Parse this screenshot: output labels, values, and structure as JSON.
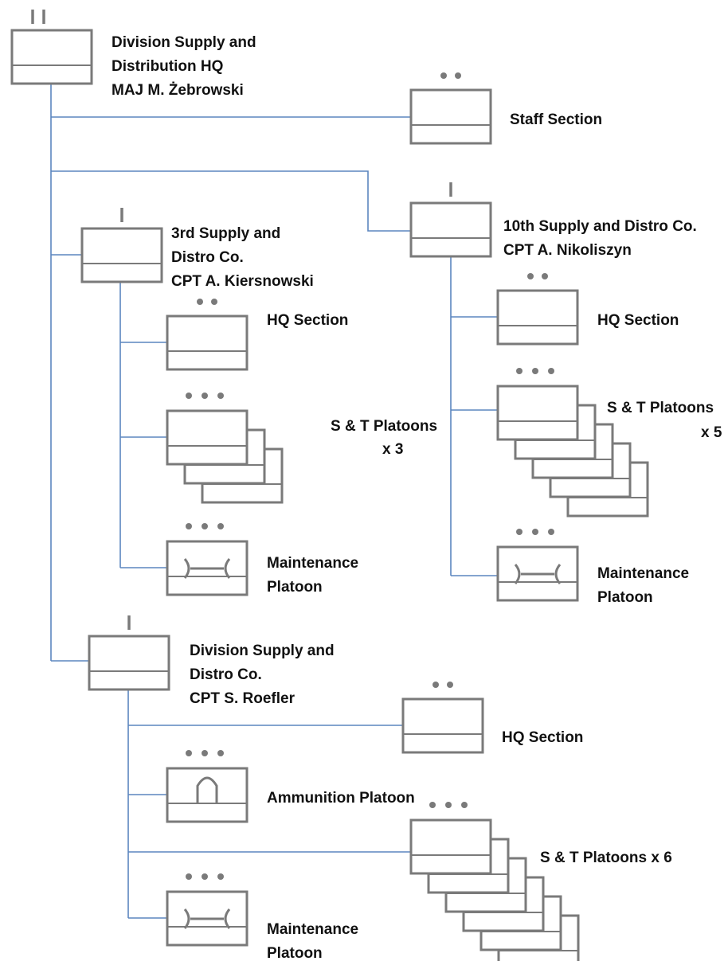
{
  "units": {
    "div_hq": {
      "lines": [
        "Division Supply and",
        "Distribution HQ",
        "MAJ M. Żebrowski"
      ],
      "echelon": "battalion",
      "echelon_mark": "II"
    },
    "staff_section": {
      "lines": [
        "Staff Section"
      ],
      "echelon": "section"
    },
    "co3": {
      "lines": [
        "3rd Supply and",
        "Distro Co.",
        "CPT A. Kiersnowski"
      ],
      "echelon": "company",
      "echelon_mark": "I"
    },
    "co3_hq": {
      "lines": [
        "HQ Section"
      ],
      "echelon": "section"
    },
    "co3_st": {
      "lines": [
        "S & T Platoons",
        "x 3"
      ],
      "echelon": "platoon",
      "count": 3
    },
    "co3_maint": {
      "lines": [
        "Maintenance",
        "Platoon"
      ],
      "echelon": "platoon",
      "symbol": "maintenance"
    },
    "co10": {
      "lines": [
        "10th Supply and Distro Co.",
        "CPT A. Nikoliszyn"
      ],
      "echelon": "company",
      "echelon_mark": "I"
    },
    "co10_hq": {
      "lines": [
        "HQ Section"
      ],
      "echelon": "section"
    },
    "co10_st": {
      "lines": [
        "S & T Platoons",
        "x 5"
      ],
      "echelon": "platoon",
      "count": 5
    },
    "co10_maint": {
      "lines": [
        "Maintenance",
        "Platoon"
      ],
      "echelon": "platoon",
      "symbol": "maintenance"
    },
    "divco": {
      "lines": [
        "Division Supply and",
        "Distro Co.",
        "CPT S. Roefler"
      ],
      "echelon": "company",
      "echelon_mark": "I"
    },
    "divco_hq": {
      "lines": [
        "HQ Section"
      ],
      "echelon": "section"
    },
    "divco_ammo": {
      "lines": [
        "Ammunition Platoon"
      ],
      "echelon": "platoon",
      "symbol": "ammunition"
    },
    "divco_st": {
      "lines": [
        "S & T Platoons x 6"
      ],
      "echelon": "platoon",
      "count": 6
    },
    "divco_maint": {
      "lines": [
        "Maintenance",
        "Platoon"
      ],
      "echelon": "platoon",
      "symbol": "maintenance"
    }
  },
  "colors": {
    "connector": "#5b86bf",
    "symbol_gray": "#7a7a7a",
    "text": "#111111"
  }
}
